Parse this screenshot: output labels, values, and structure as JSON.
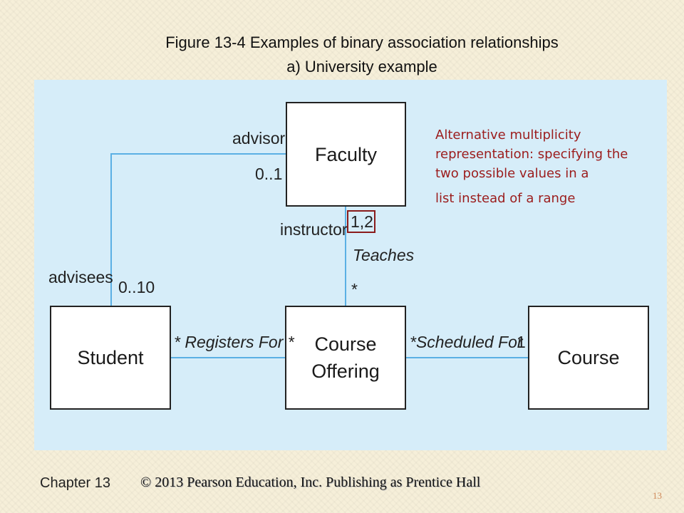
{
  "title": {
    "line1": "Figure 13-4 Examples of binary association relationships",
    "line2": "a) University example"
  },
  "diagram": {
    "classes": {
      "faculty": "Faculty",
      "student": "Student",
      "course_offering_line1": "Course",
      "course_offering_line2": "Offering",
      "course": "Course"
    },
    "labels": {
      "advisor": "advisor",
      "advisor_mult": "0..1",
      "advisees": "advisees",
      "advisees_mult": "0..10",
      "instructor": "instructor",
      "instructor_mult": "1,2",
      "teaches": "Teaches",
      "teaches_mult": "*",
      "registers_for": "* Registers For *",
      "scheduled_for": "*Scheduled For",
      "scheduled_mult": "1"
    },
    "annotation": {
      "line1": "Alternative multiplicity representation: specifying the two possible values in a",
      "line2": "list instead of a range"
    },
    "colors": {
      "panel_bg": "#d6edf9",
      "connector": "#5bb0e4",
      "annotation_text": "#9b1c1c",
      "highlight_border": "#8a1b1b"
    }
  },
  "footer": {
    "chapter": "Chapter 13",
    "copyright": "© 2013 Pearson Education, Inc.  Publishing as Prentice Hall",
    "page_number": "13"
  }
}
